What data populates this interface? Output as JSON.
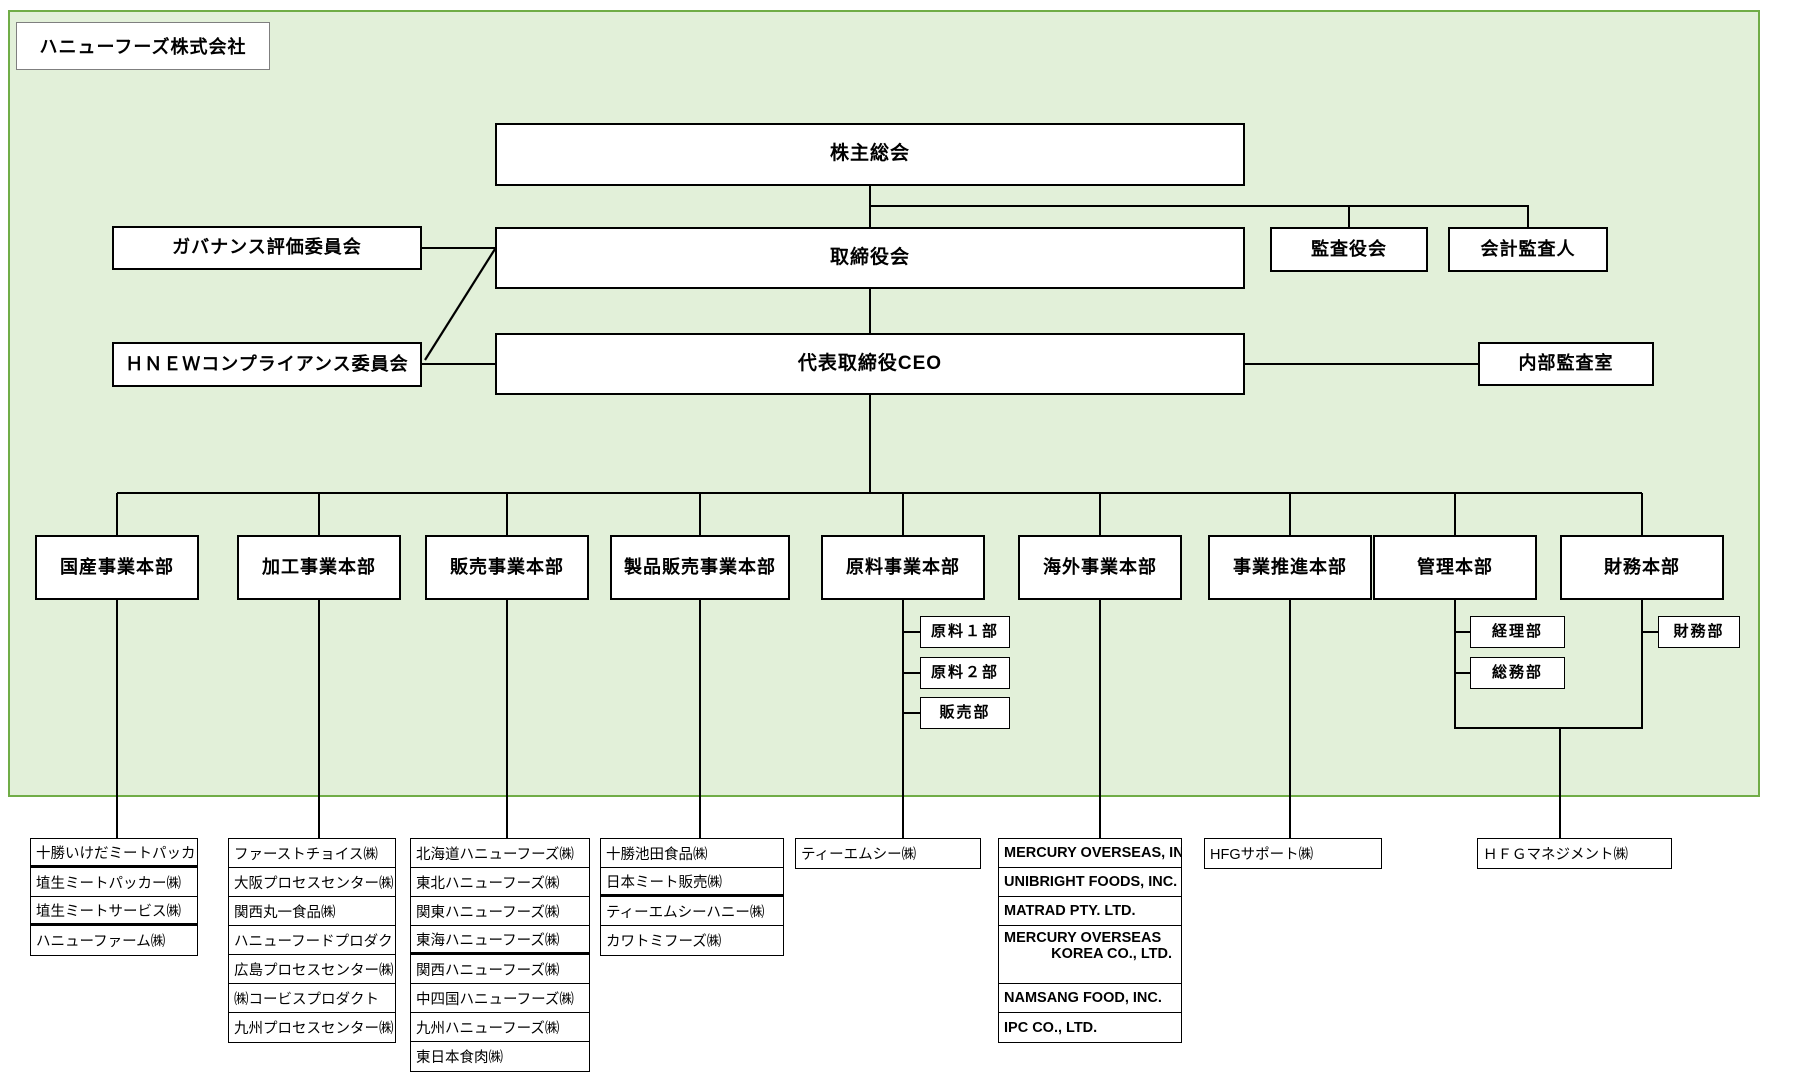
{
  "company_label": "ハニューフーズ株式会社",
  "colors": {
    "panel_fill": "#e2f0d9",
    "panel_border": "#70ad47",
    "box_fill": "#ffffff",
    "box_border": "#000000",
    "line": "#000000"
  },
  "governance": {
    "shareholders_meeting": "株主総会",
    "board_of_directors": "取締役会",
    "governance_evaluation_committee": "ガバナンス評価委員会",
    "audit_and_supervisory_board": "監査役会",
    "accounting_auditor": "会計監査人",
    "hnew_compliance_committee": "ＨＮＥＷコンプライアンス委員会",
    "ceo": "代表取締役CEO",
    "internal_audit_office": "内部監査室"
  },
  "divisions": [
    {
      "id": "domestic",
      "label": "国産事業本部",
      "subsidiaries": [
        "十勝いけだミートパッカー㈱",
        "埴生ミートパッカー㈱",
        "埴生ミートサービス㈱",
        "ハニューファーム㈱"
      ]
    },
    {
      "id": "processing",
      "label": "加工事業本部",
      "subsidiaries": [
        "ファーストチョイス㈱",
        "大阪プロセスセンター㈱",
        "関西丸一食品㈱",
        "ハニューフードプロダクト㈱",
        "広島プロセスセンター㈱",
        "㈱コービスプロダクト",
        "九州プロセスセンター㈱"
      ]
    },
    {
      "id": "sales",
      "label": "販売事業本部",
      "subsidiaries": [
        "北海道ハニューフーズ㈱",
        "東北ハニューフーズ㈱",
        "関東ハニューフーズ㈱",
        "東海ハニューフーズ㈱",
        "関西ハニューフーズ㈱",
        "中四国ハニューフーズ㈱",
        "九州ハニューフーズ㈱",
        "東日本食肉㈱"
      ]
    },
    {
      "id": "product_sales",
      "label": "製品販売事業本部",
      "subsidiaries": [
        "十勝池田食品㈱",
        "日本ミート販売㈱",
        "ティーエムシーハニー㈱",
        "カワトミフーズ㈱"
      ]
    },
    {
      "id": "raw_materials",
      "label": "原料事業本部",
      "departments": [
        "原料１部",
        "原料２部",
        "販売部"
      ],
      "subsidiaries": [
        "ティーエムシー㈱"
      ]
    },
    {
      "id": "overseas",
      "label": "海外事業本部",
      "subsidiaries": [
        "MERCURY OVERSEAS, INC.",
        "UNIBRIGHT FOODS, INC.",
        "MATRAD PTY. LTD.",
        {
          "line1": "MERCURY OVERSEAS",
          "line2": "KOREA CO., LTD."
        },
        "NAMSANG FOOD, INC.",
        "IPC CO., LTD."
      ]
    },
    {
      "id": "business_promotion",
      "label": "事業推進本部",
      "subsidiaries": [
        "HFGサポート㈱"
      ]
    },
    {
      "id": "administration",
      "label": "管理本部",
      "departments": [
        "経理部",
        "総務部"
      ]
    },
    {
      "id": "finance",
      "label": "財務本部",
      "departments": [
        "財務部"
      ]
    }
  ],
  "shared_subsidiary": {
    "label": "ＨＦＧマネジメント㈱",
    "parents": [
      "管理本部",
      "財務本部"
    ]
  }
}
